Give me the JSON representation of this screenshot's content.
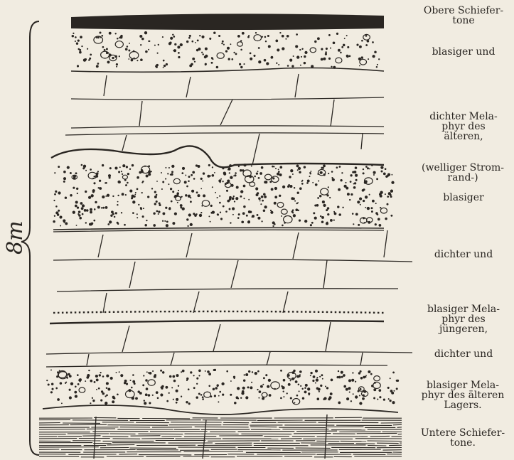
{
  "scale": {
    "label": "8m"
  },
  "labels": [
    {
      "lines": [
        "Obere Schiefer-",
        "tone"
      ]
    },
    {
      "lines": [
        "blasiger und"
      ]
    },
    {
      "lines": [
        "dichter Mela-",
        "phyr des",
        "älteren,"
      ]
    },
    {
      "lines": [
        "(welliger Strom-",
        "rand-)"
      ]
    },
    {
      "lines": [
        "blasiger"
      ]
    },
    {
      "lines": [
        "dichter und"
      ]
    },
    {
      "lines": [
        "blasiger Mela-",
        "phyr des",
        "jüngeren,"
      ]
    },
    {
      "lines": [
        "dichter und"
      ]
    },
    {
      "lines": [
        "blasiger Mela-",
        "phyr des älteren",
        "Lagers."
      ]
    },
    {
      "lines": [
        "Untere Schiefer-",
        "tone."
      ]
    }
  ],
  "layers": [
    "obere-schiefertone",
    "blasiger-melaphyr-upper",
    "dichter-melaphyr-upper",
    "blasiger-melaphyr-wavy",
    "dichter-melaphyr-middle",
    "dotted-boundary",
    "dichter-melaphyr-lower",
    "blasiger-melaphyr-lower",
    "untere-schiefertone"
  ],
  "colors": {
    "ink": "#2a2622",
    "paper": "#f1ece1"
  }
}
